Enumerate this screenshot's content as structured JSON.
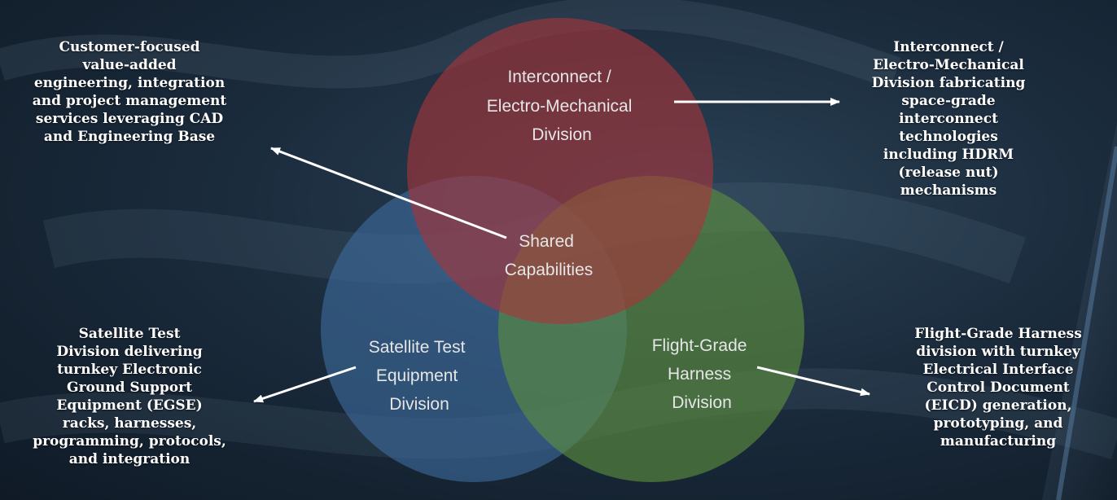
{
  "circles": {
    "top": {
      "label_lines": [
        "Interconnect /",
        "Electro-Mechanical",
        "Division"
      ],
      "color": "#a8353a"
    },
    "left": {
      "label_lines": [
        "Satellite Test",
        "Equipment",
        "Division"
      ],
      "color": "#3d6a9c"
    },
    "right": {
      "label_lines": [
        "Flight-Grade",
        "Harness",
        "Division"
      ],
      "color": "#5d8f3e"
    },
    "center": {
      "label_lines": [
        "Shared",
        "Capabilities"
      ]
    }
  },
  "callouts": {
    "top_left": "Customer-focused\nvalue-added\nengineering, integration\nand project management\nservices leveraging CAD\nand Engineering Base",
    "top_right": "Interconnect /\nElectro-Mechanical\nDivision fabricating\nspace-grade\ninterconnect\ntechnologies\nincluding HDRM\n(release nut)\nmechanisms",
    "bottom_left": "Satellite Test\nDivision delivering\nturnkey Electronic\nGround Support\nEquipment (EGSE)\nracks, harnesses,\nprogramming, protocols,\nand integration",
    "bottom_right": "Flight-Grade Harness\ndivision with turnkey\nElectrical Interface\nControl Document\n(EICD) generation,\nprototyping, and\nmanufacturing"
  }
}
